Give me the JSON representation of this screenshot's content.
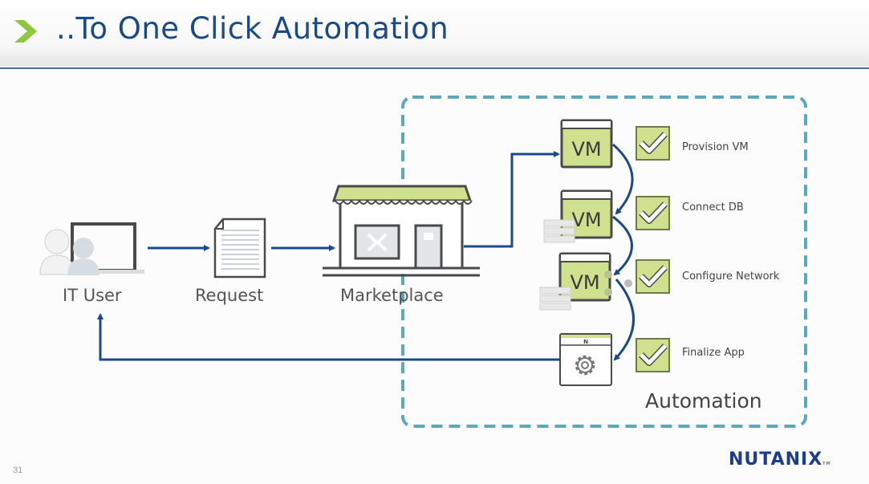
{
  "slide": {
    "title": "..To One Click Automation",
    "page_number": "31",
    "logo": "NUTANIX",
    "logo_tm": "TM"
  },
  "flow": {
    "nodes": [
      {
        "id": "it-user",
        "label": "IT User",
        "icon": "user-laptop-icon"
      },
      {
        "id": "request",
        "label": "Request",
        "icon": "document-icon"
      },
      {
        "id": "marketplace",
        "label": "Marketplace",
        "icon": "storefront-icon"
      }
    ],
    "automation": {
      "label": "Automation",
      "vm_label": "VM",
      "app_window_mark": "N",
      "steps": [
        {
          "label": "Provision VM",
          "icon": "checkbox-checked-icon"
        },
        {
          "label": "Connect DB",
          "icon": "checkbox-checked-icon"
        },
        {
          "label": "Configure Network",
          "icon": "checkbox-checked-icon"
        },
        {
          "label": "Finalize App",
          "icon": "checkbox-checked-icon"
        }
      ]
    }
  },
  "colors": {
    "title": "#1b4a8a",
    "accent_green": "#8dc63f",
    "box_green": "#cfe08f",
    "arrow_blue": "#1b4a8a",
    "dash_teal": "#5aaabb",
    "logo_blue": "#1d3c8c"
  }
}
